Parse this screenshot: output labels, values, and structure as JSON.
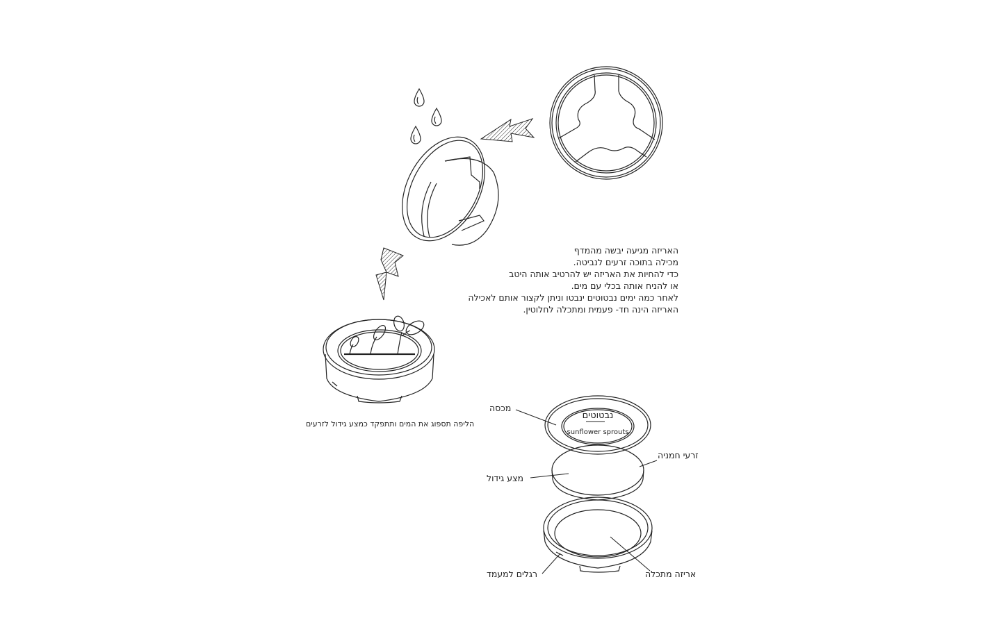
{
  "description": {
    "lines": [
      "האריזה מגיעה יבשה מהמדף",
      "מכילה בתוכה זרעים לנביטה.",
      "כדי להחיות את האריזה יש להרטיב אותה היטב",
      "או להניח אותה בכלי עם מים.",
      "לאחר כמה ימים נבטוטים ינבטו וניתן לקצור אותם לאכילה",
      "האריזה הינה חד- פעמית ומתכלה לחלוטין."
    ]
  },
  "caption": {
    "sponge": "הליפה תספוג את המים ותתפקד כמצע גידול לזרעים"
  },
  "lid": {
    "brand_hebrew": "נבטוטים",
    "brand_english": "sunflower sprouts"
  },
  "exploded_labels": {
    "lid": "מכסה",
    "seeds": "זרעי חמניה",
    "growing_medium": "מצע גידול",
    "legs": "רגלים למעמד",
    "package": "אריזה מתכלה"
  },
  "icons": {
    "water_drops": "water-drop-icon",
    "arrow_left": "hatched-arrow-left-icon",
    "arrow_down": "hatched-arrow-down-icon",
    "leaves": "sprout-leaf-icon"
  },
  "colors": {
    "background": "#ffffff",
    "line": "#222222"
  }
}
